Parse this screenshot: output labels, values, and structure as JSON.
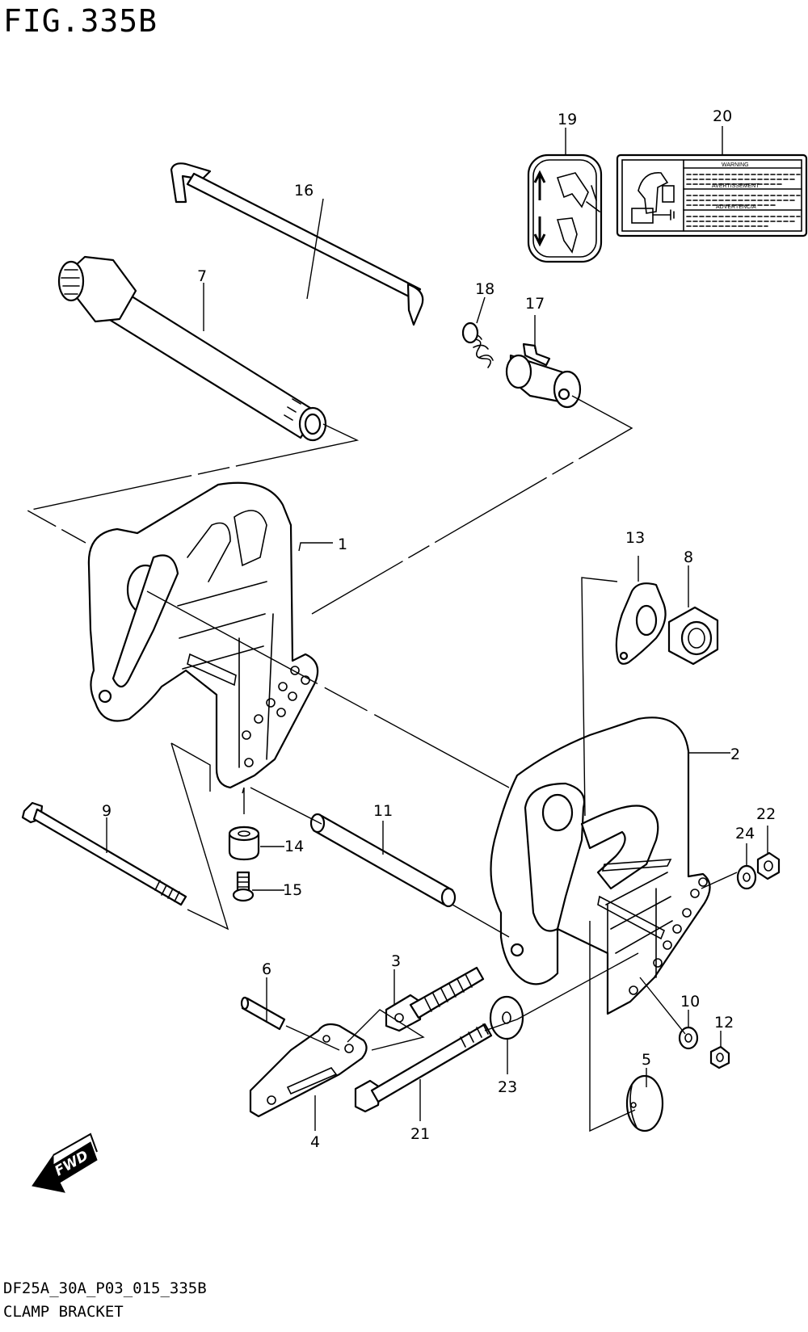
{
  "figure_title": "FIG.335B",
  "footer": {
    "code": "DF25A_30A_P03_015_335B",
    "name": "CLAMP BRACKET"
  },
  "callouts": {
    "c1": "1",
    "c2": "2",
    "c3": "3",
    "c4": "4",
    "c5": "5",
    "c6": "6",
    "c7": "7",
    "c8": "8",
    "c9": "9",
    "c10": "10",
    "c11": "11",
    "c12": "12",
    "c13": "13",
    "c14": "14",
    "c15": "15",
    "c16": "16",
    "c17": "17",
    "c18": "18",
    "c19": "19",
    "c20": "20",
    "c21": "21",
    "c22": "22",
    "c23": "23",
    "c24": "24"
  },
  "label_20": {
    "warning": "WARNING",
    "avertissement": "AVERTISSEMENT",
    "advertencia": "ADVERTENCIA"
  },
  "fwd_arrow": {
    "text": "FWD",
    "icon": "fwd-arrow-icon"
  }
}
